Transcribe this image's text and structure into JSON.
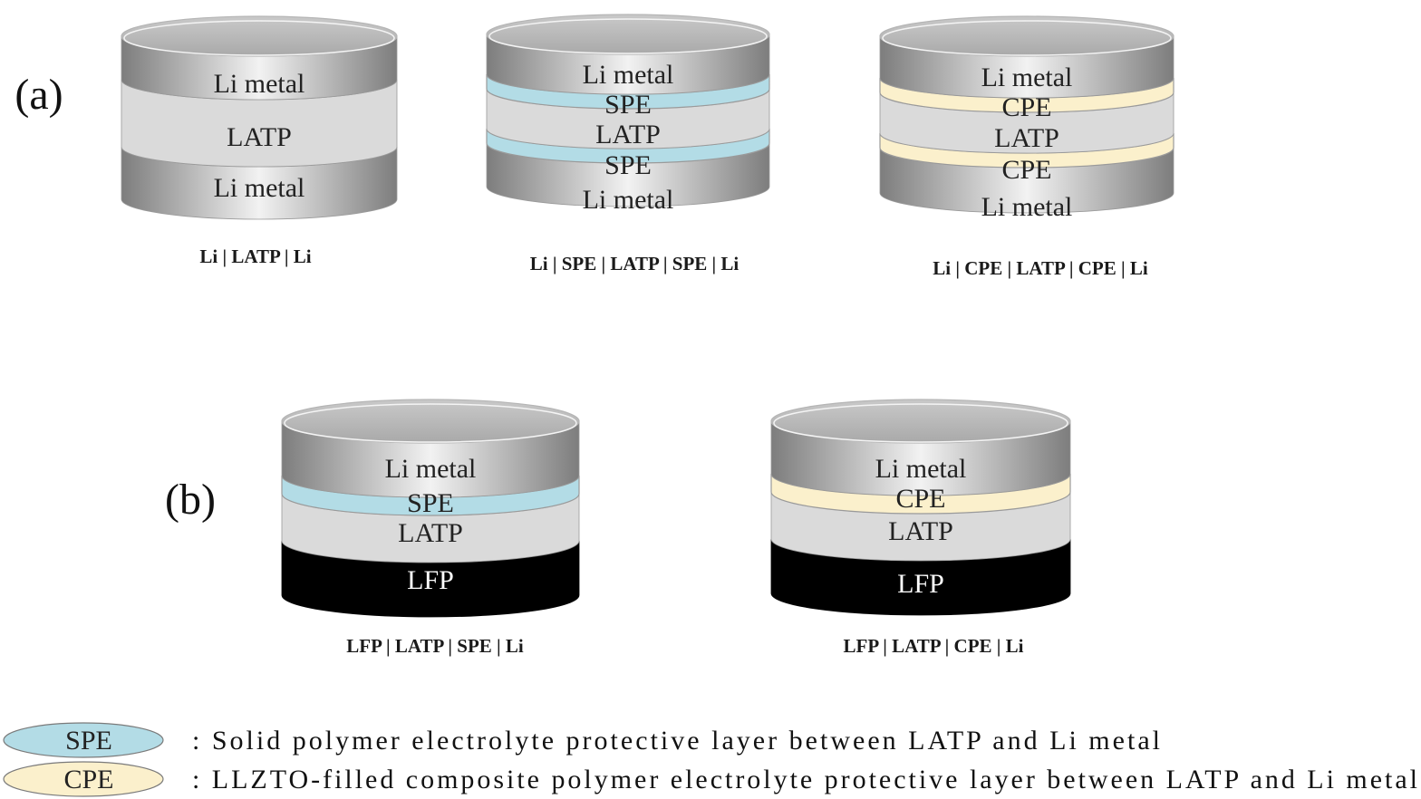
{
  "panels": {
    "a": "(a)",
    "b": "(b)"
  },
  "colors": {
    "metal_light": "#ececec",
    "metal_dark": "#8a8a8a",
    "latp": "#dadada",
    "spe": "#b3dce6",
    "cpe": "#fbf0cc",
    "lfp": "#000000",
    "outline": "#9a9a9a"
  },
  "cells": [
    {
      "caption": "Li | LATP |  Li",
      "layers": [
        {
          "kind": "metal",
          "label": "Li metal"
        },
        {
          "kind": "latp",
          "label": "LATP"
        },
        {
          "kind": "metal",
          "label": "Li metal"
        }
      ]
    },
    {
      "caption": "Li | SPE |  LATP |  SPE |  Li",
      "layers": [
        {
          "kind": "metal",
          "label": "Li metal"
        },
        {
          "kind": "spe",
          "label": "SPE"
        },
        {
          "kind": "latp",
          "label": "LATP"
        },
        {
          "kind": "spe",
          "label": "SPE"
        },
        {
          "kind": "metal",
          "label": "Li metal"
        }
      ]
    },
    {
      "caption": "Li | CPE |  LATP |  CPE |  Li",
      "layers": [
        {
          "kind": "metal",
          "label": "Li metal"
        },
        {
          "kind": "cpe",
          "label": "CPE"
        },
        {
          "kind": "latp",
          "label": "LATP"
        },
        {
          "kind": "cpe",
          "label": "CPE"
        },
        {
          "kind": "metal",
          "label": "Li metal"
        }
      ]
    },
    {
      "caption": "LFP | LATP |  SPE |  Li",
      "layers": [
        {
          "kind": "metal",
          "label": "Li metal"
        },
        {
          "kind": "spe",
          "label": "SPE"
        },
        {
          "kind": "latp",
          "label": "LATP"
        },
        {
          "kind": "lfp",
          "label": "LFP"
        }
      ]
    },
    {
      "caption": "LFP | LATP |  CPE |  Li",
      "layers": [
        {
          "kind": "metal",
          "label": "Li metal"
        },
        {
          "kind": "cpe",
          "label": "CPE"
        },
        {
          "kind": "latp",
          "label": "LATP"
        },
        {
          "kind": "lfp",
          "label": "LFP"
        }
      ]
    }
  ],
  "legend": [
    {
      "kind": "spe",
      "symbol": "SPE",
      "text": ": Solid polymer electrolyte protective layer between LATP and Li metal"
    },
    {
      "kind": "cpe",
      "symbol": "CPE",
      "text": ": LLZTO-filled composite polymer electrolyte protective layer between LATP and Li metal"
    }
  ]
}
